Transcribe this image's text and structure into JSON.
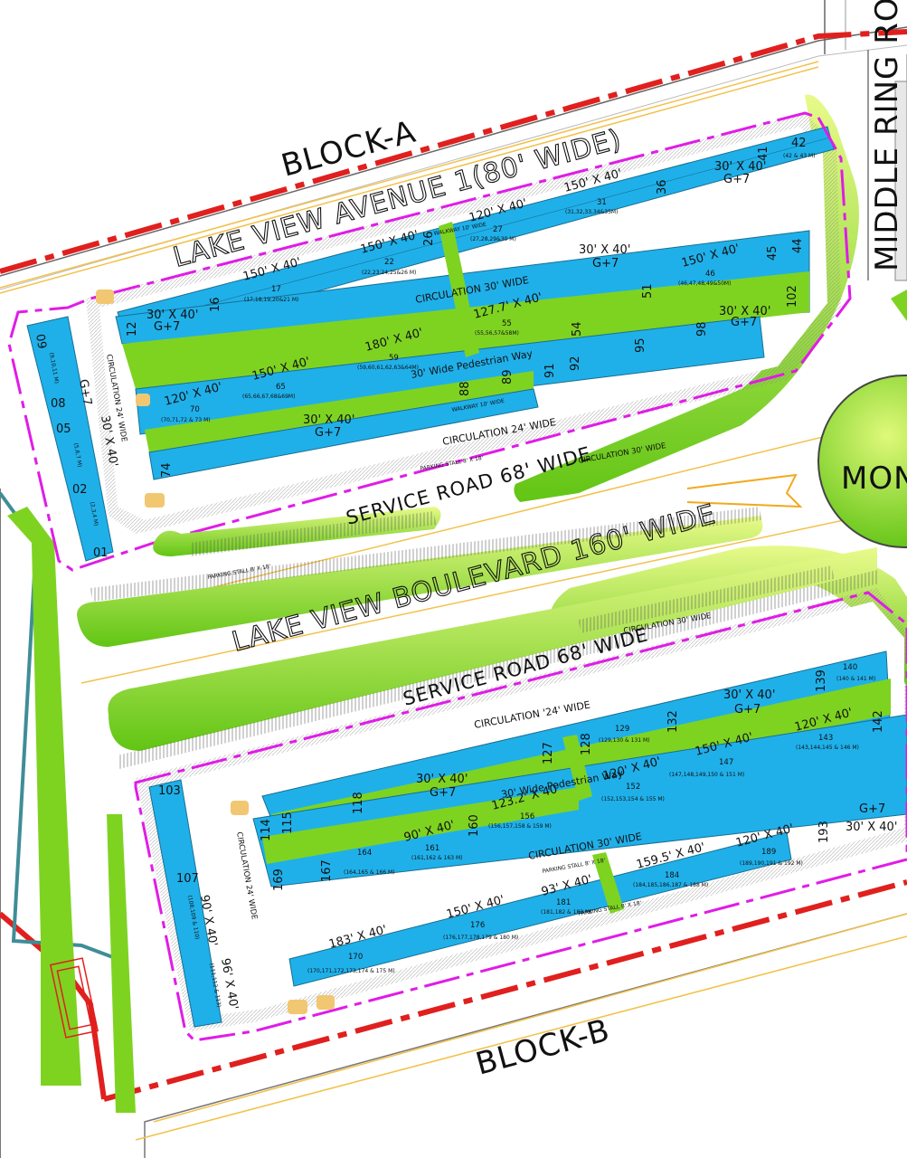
{
  "labels": {
    "block_a": "BLOCK-A",
    "block_b": "BLOCK-B",
    "avenue": "LAKE VIEW AVENUE 1(80' WIDE)",
    "boulevard": "LAKE VIEW BOULEVARD 160' WIDE",
    "middle_ring": "MIDDLE RING ROAD",
    "service_road_top": "SERVICE ROAD 68' WIDE",
    "service_road_bottom": "SERVICE ROAD 68' WIDE",
    "monument": "MON",
    "pedestrian_top": "30' Wide Pedestrian Way",
    "pedestrian_bottom": "30' Wide Pedestrian Way",
    "circulation_30": "CIRCULATION 30' WIDE",
    "circulation_24": "CIRCULATION 24' WIDE",
    "circulation_24_alt": "CIRCULATION '24' WIDE",
    "walkway": "WALKWAY 10' WIDE",
    "parking": "PARKING STALL 8' X 18'"
  },
  "upper_plots": {
    "p42": "42",
    "p42_sub": "(42 & 43 M)",
    "p41": "41",
    "p3040_a": "30' X 40'",
    "p3040_a_sub": "G+7",
    "p36": "36",
    "p31_size": "150' X 40'",
    "p31": "31",
    "p31_sub": "(31,32,33,34&35M)",
    "p27_size": "120' X 40'",
    "p27": "27",
    "p27_sub": "(27,28,29&30 M)",
    "p26": "26",
    "p22_size": "150' X 40'",
    "p22": "22",
    "p22_sub": "(22,23,24,25&26 M)",
    "p17_size": "150' X 40'",
    "p17": "17",
    "p17_sub": "(17,18,19,20&21 M)",
    "p16": "16",
    "p3040_b": "30' X 40'",
    "p3040_b_sub": "G+7",
    "p12": "12",
    "p44": "44",
    "p45": "45",
    "p46_size": "150' X 40'",
    "p46": "46",
    "p46_sub": "(46,47,48,49&50M)",
    "p3040_c": "30' X 40'",
    "p3040_c_sub": "G+7",
    "p51": "51",
    "p55_size": "127.7' X 40'",
    "p55": "55",
    "p55_sub": "(55,56,57&58M)",
    "p54": "54",
    "p102": "102",
    "p3040_d": "30' X 40'",
    "p3040_d_sub": "G+7",
    "p98": "98",
    "p95": "95",
    "p59_size": "180' X 40'",
    "p59": "59",
    "p59_sub": "(59,60,61,62,63&64M)",
    "p65_size": "150' X 40'",
    "p65": "65",
    "p65_sub": "(65,66,67,68&69M)",
    "p70_size": "120' X 40'",
    "p70": "70",
    "p70_sub": "(70,71,72 & 73 M)",
    "p89": "89",
    "p91": "91",
    "p92": "92",
    "p88": "88",
    "p3040_e": "30' X 40'",
    "p3040_e_sub": "G+7",
    "p74": "74",
    "p09": "09",
    "p09_sub": "(9,10,11 M)",
    "p08": "08",
    "p05": "05",
    "p05_sub": "(5,6,7 M)",
    "p02": "02",
    "p02_sub": "(2,3,4 M)",
    "p01": "01",
    "p3040_f": "30' X 40'",
    "p3040_f_sub": "G+7"
  },
  "lower_plots": {
    "p140": "140",
    "p140_sub": "(140 & 141 M)",
    "p139": "139",
    "p3040_g": "30' X 40'",
    "p3040_g_sub": "G+7",
    "p132": "132",
    "p129": "129",
    "p129_sub": "(129,130 & 131 M)",
    "p128": "128",
    "p127": "127",
    "p142": "142",
    "p143_size": "120' X 40'",
    "p143": "143",
    "p143_sub": "(143,144,145 & 146 M)",
    "p147_size": "150' X 40'",
    "p147": "147",
    "p147_sub": "(147,148,149,150 & 151 M)",
    "p152_size": "120' X 40'",
    "p152": "152",
    "p152_sub": "(152,153,154 & 155 M)",
    "p156_size": "123.2' X 40'",
    "p156": "156",
    "p156_sub": "(156,157,158 & 159 M)",
    "p3040_h": "30' X 40'",
    "p3040_h_sub": "G+7",
    "p118": "118",
    "p115": "115",
    "p114": "114",
    "p160": "160",
    "p161_size": "90' X 40'",
    "p161": "161",
    "p161_sub": "(161,162 & 163 M)",
    "p164": "164",
    "p164_sub": "(164,165 & 166 M)",
    "p167": "167",
    "p169": "169",
    "p3040_i": "30' X 40'",
    "p3040_i_sub": "G+7",
    "p193": "193",
    "p189_size": "120' X 40'",
    "p189": "189",
    "p189_sub": "(189,190,191 & 192 M)",
    "p184_size": "159.5' X 40'",
    "p184": "184",
    "p184_sub": "(184,185,186,187 & 188 M)",
    "p181_size": "93' X 40'",
    "p181": "181",
    "p181_sub": "(181,182 & 183 M)",
    "p176_size": "150' X 40'",
    "p176": "176",
    "p176_sub": "(176,177,178,179 & 180 M)",
    "p170_size": "183' X 40'",
    "p170": "170",
    "p170_sub": "(170,171,172,173,174 & 175 M)",
    "p103": "103",
    "p107": "107",
    "p108_size": "90' X 40'",
    "p108_sub": "(108,109 & 110)",
    "p111_size": "96' X 40'",
    "p111_sub": "(111,112 & 113)"
  },
  "colors": {
    "plot": "#1fb0ea",
    "green_strip": "#7ed321",
    "green_light": "#c9ef5c",
    "boundary_red": "#e0201e",
    "phase_magenta": "#e01ce6",
    "teal": "#3f8d97",
    "orange": "#f2a91c"
  }
}
